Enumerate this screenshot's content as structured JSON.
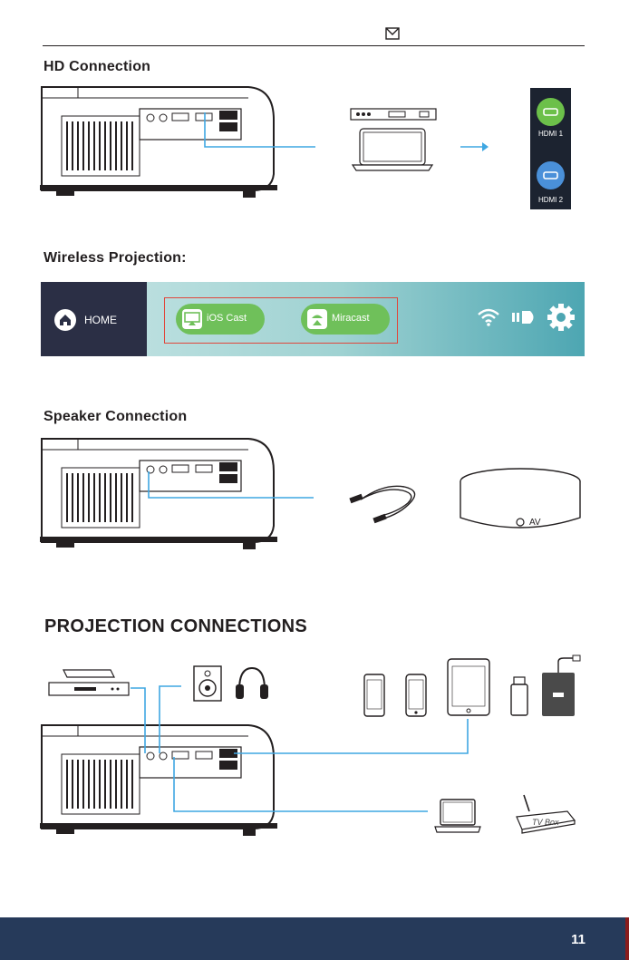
{
  "header": {
    "icon": "envelope-icon"
  },
  "sections": {
    "hd": {
      "title": "HD Connection"
    },
    "wireless": {
      "title": "Wireless Projection:"
    },
    "speaker": {
      "title": "Speaker Connection"
    },
    "projection": {
      "title": "PROJECTION CONNECTIONS"
    }
  },
  "hdmi_panel": {
    "hdmi1_label": "HDMI 1",
    "hdmi2_label": "HDMI 2",
    "hdmi1_color": "#6cc04a",
    "hdmi2_color": "#4a90d9"
  },
  "wireless_bar": {
    "home_label": "HOME",
    "ios_cast_label": "iOS Cast",
    "miracast_label": "Miracast",
    "highlight_color": "#e0473c",
    "pill_color": "#6fc05a"
  },
  "speaker": {
    "av_label": "AV"
  },
  "devices": {
    "tv_box_label": "TV Box"
  },
  "footer": {
    "page_number": "11",
    "color": "#263a5a"
  },
  "accent_color": "#3fa7e2"
}
